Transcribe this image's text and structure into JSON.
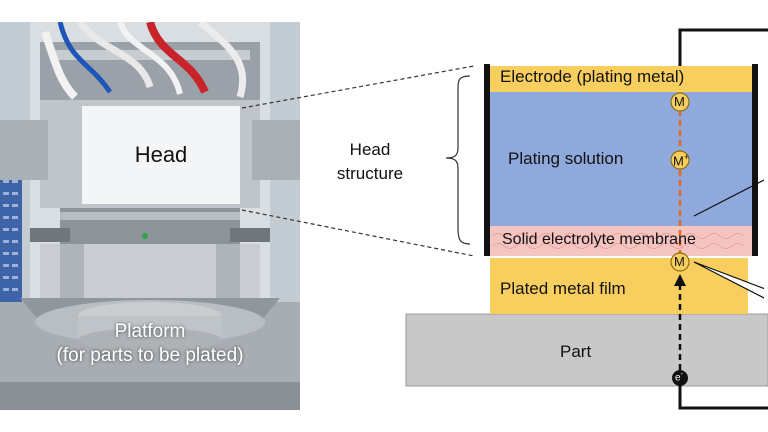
{
  "photo": {
    "head_label": "Head",
    "platform_label_line1": "Platform",
    "platform_label_line2": "(for parts to be plated)"
  },
  "head_structure_label": {
    "line1": "Head",
    "line2": "structure"
  },
  "layers": {
    "electrode": "Electrode (plating metal)",
    "solution": "Plating solution",
    "membrane": "Solid electrolyte membrane",
    "film": "Plated metal film",
    "part": "Part"
  },
  "ions": {
    "metal_atom": "M",
    "metal_ion": "M",
    "ion_charge": "+",
    "deposited_atom": "M",
    "electron": "e",
    "electron_charge": "-"
  },
  "colors": {
    "electrode": "#f8cf5e",
    "solution": "#8fa9dc",
    "membrane": "#f4c4c0",
    "film": "#f8cf5e",
    "part": "#c8c8c8",
    "ion_path": "#e36a1e",
    "wire": "#111111"
  }
}
